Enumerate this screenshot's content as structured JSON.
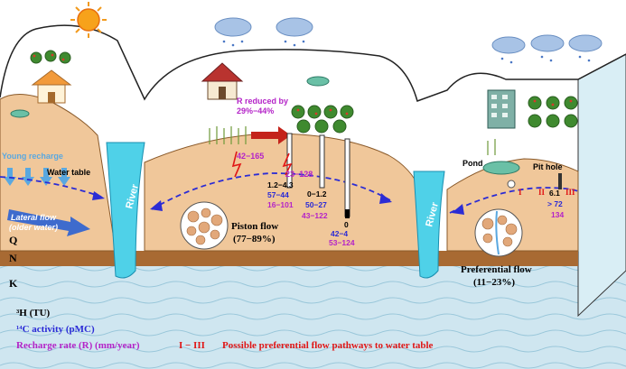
{
  "colors": {
    "sky": "#ffffff",
    "soil": "#f0c79a",
    "soil_dark": "#d99c5e",
    "bedrock": "#cfe6f0",
    "bedrock_line": "#9ac7da",
    "river": "#4fd1e8",
    "n_layer": "#a86a33",
    "water_table": "#2c2cd4",
    "tritium": "#000000",
    "carbon14": "#2a2ad6",
    "recharge": "#b423c8",
    "pathway": "#e01616",
    "young_recharge": "#5aa8e0",
    "lateral_flow": "#1f5ad6"
  },
  "layers": {
    "q_label": "Q",
    "n_label": "N",
    "k_label": "K"
  },
  "river": {
    "left_label": "River",
    "right_label": "River"
  },
  "left_block": {
    "young_recharge": "Young recharge",
    "water_table": "Water table",
    "lateral_flow_line1": "Lateral flow",
    "lateral_flow_line2": "(older water)"
  },
  "middle_block": {
    "reduced_line1": "R reduced by",
    "reduced_line2": "29%−44%",
    "r1": "42−165",
    "r2": "23−128",
    "col1": [
      "1.2−4.3",
      "57−44",
      "16−101"
    ],
    "col2": [
      "0−1.2",
      "50−27",
      "43−122"
    ],
    "col3": [
      "0",
      "42−4",
      "53−124"
    ],
    "piston_line1": "Piston flow",
    "piston_line2": "(77−89%)"
  },
  "right_block": {
    "pond": "Pond",
    "pit_hole": "Pit hole",
    "roman_1": "I",
    "roman_2": "II",
    "roman_3": "III",
    "tritium": "6.1",
    "c14": "> 72",
    "recharge": "134",
    "pref_line1": "Preferential flow",
    "pref_line2": "(11−23%)"
  },
  "legend": {
    "tritium": "³H (TU)",
    "c14": "¹⁴C activity (pMC)",
    "recharge": "Recharge rate (R) (mm/year)",
    "roman": "I − III",
    "pathways": "Possible preferential flow pathways to water table"
  }
}
